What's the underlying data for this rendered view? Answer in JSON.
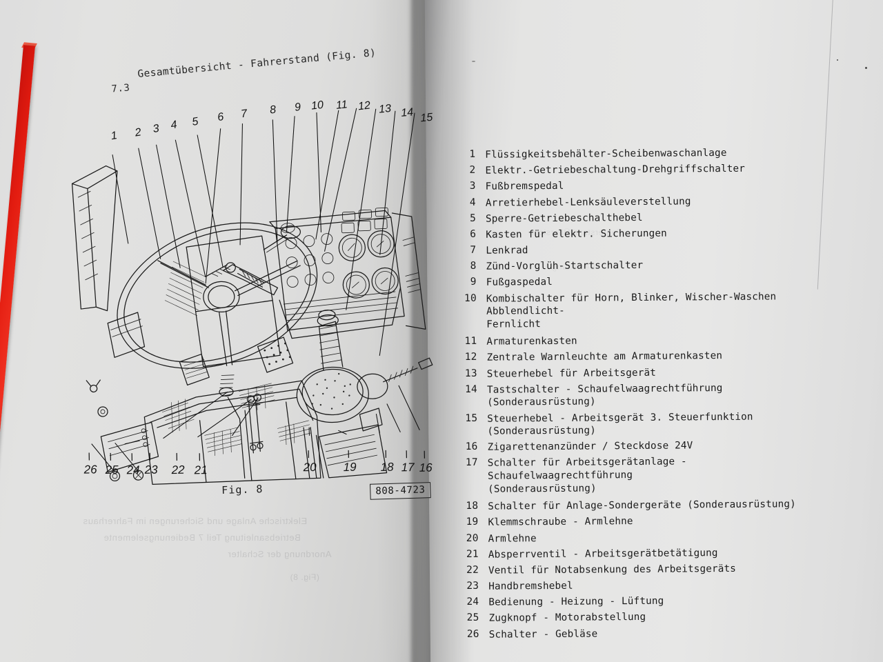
{
  "document": {
    "section_number": "7.3",
    "section_title": "Gesamtübersicht - Fahrerstand (Fig. 8)",
    "figure_caption": "Fig. 8",
    "drawing_code": "808-4723"
  },
  "callouts_top": [
    "1",
    "2",
    "3",
    "4",
    "5",
    "6",
    "7",
    "8",
    "9",
    "10",
    "11",
    "12",
    "13",
    "14",
    "15"
  ],
  "callouts_bottom": [
    "26",
    "25",
    "24",
    "23",
    "22",
    "21"
  ],
  "callouts_bottom_right": [
    "20",
    "19",
    "18",
    "17",
    "16"
  ],
  "legend": [
    {
      "num": "1",
      "text": "Flüssigkeitsbehälter-Scheibenwaschanlage"
    },
    {
      "num": "2",
      "text": "Elektr.-Getriebeschaltung-Drehgriffschalter"
    },
    {
      "num": "3",
      "text": "Fußbremspedal"
    },
    {
      "num": "4",
      "text": "Arretierhebel-Lenksäuleverstellung"
    },
    {
      "num": "5",
      "text": "Sperre-Getriebeschalthebel"
    },
    {
      "num": "6",
      "text": "Kasten für elektr. Sicherungen"
    },
    {
      "num": "7",
      "text": "Lenkrad"
    },
    {
      "num": "8",
      "text": "Zünd-Vorglüh-Startschalter"
    },
    {
      "num": "9",
      "text": "Fußgaspedal"
    },
    {
      "num": "10",
      "text": "Kombischalter für Horn, Blinker, Wischer-Waschen  Abblendlicht-\nFernlicht"
    },
    {
      "num": "11",
      "text": "Armaturenkasten"
    },
    {
      "num": "12",
      "text": "Zentrale Warnleuchte am Armaturenkasten"
    },
    {
      "num": "13",
      "text": "Steuerhebel für Arbeitsgerät"
    },
    {
      "num": "14",
      "text": "Tastschalter - Schaufelwaagrechtführung (Sonderausrüstung)"
    },
    {
      "num": "15",
      "text": "Steuerhebel - Arbeitsgerät 3. Steuerfunktion (Sonderausrüstung)"
    },
    {
      "num": "16",
      "text": "Zigarettenanzünder / Steckdose 24V"
    },
    {
      "num": "17",
      "text": "Schalter für Arbeitsgerätanlage - Schaufelwaagrechtführung\n(Sonderausrüstung)"
    },
    {
      "num": "18",
      "text": "Schalter für Anlage-Sondergeräte (Sonderausrüstung)"
    },
    {
      "num": "19",
      "text": "Klemmschraube - Armlehne"
    },
    {
      "num": "20",
      "text": "Armlehne"
    },
    {
      "num": "21",
      "text": "Absperrventil - Arbeitsgerätbetätigung"
    },
    {
      "num": "22",
      "text": "Ventil für Notabsenkung des Arbeitsgeräts"
    },
    {
      "num": "23",
      "text": "Handbremshebel"
    },
    {
      "num": "24",
      "text": "Bedienung - Heizung - Lüftung"
    },
    {
      "num": "25",
      "text": "Zugknopf - Motorabstellung"
    },
    {
      "num": "26",
      "text": "Schalter - Gebläse"
    }
  ],
  "colors": {
    "paper_left": "#e0e0df",
    "paper_right": "#e6e6e5",
    "backdrop": "#c9c9ca",
    "ink": "#1a1a1a",
    "ribbon_red": "#e31c10"
  }
}
